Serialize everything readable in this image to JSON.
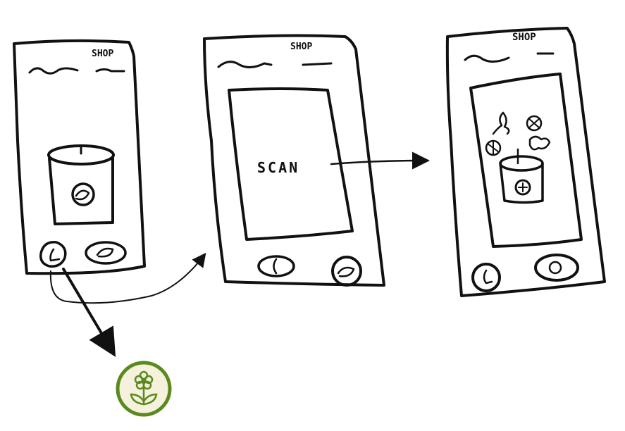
{
  "screens": [
    {
      "shop_label": "SHOP"
    },
    {
      "shop_label": "SHOP",
      "scan_label": "SCAN"
    },
    {
      "shop_label": "SHOP"
    }
  ],
  "colors": {
    "ink": "#111111",
    "accent": "#5a8a1e",
    "accent_bg": "#f5f1dc"
  },
  "icons": [
    "flower-plant-icon",
    "plant-pot-icon",
    "leaf-icon",
    "camera-icon"
  ]
}
